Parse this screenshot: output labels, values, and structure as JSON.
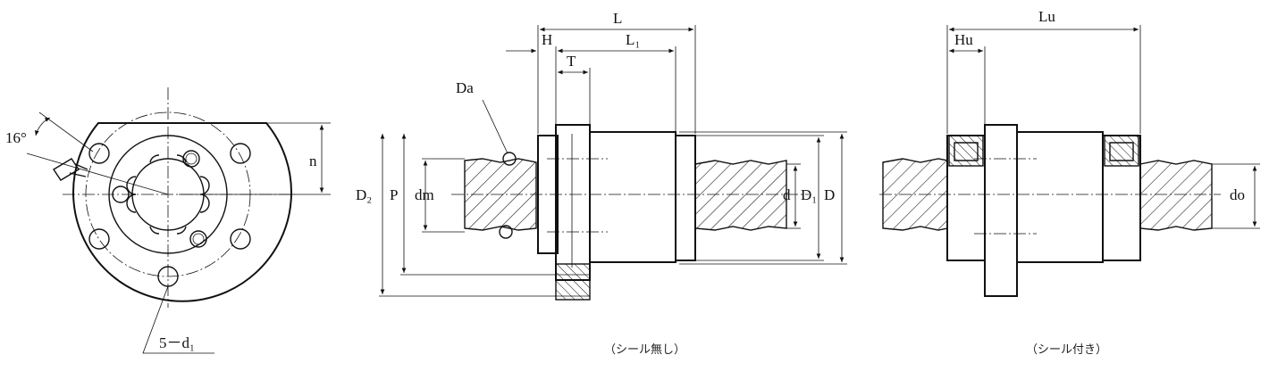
{
  "views": {
    "front": {
      "angle_label": "16°",
      "height_label": "n",
      "holes_label": "5－d₁"
    },
    "side_no_seal": {
      "length_label": "L",
      "flange_label": "H",
      "body_length_label": "L₁",
      "flange_thickness_label": "T",
      "ball_label": "Da",
      "flange_dia_label": "D₂",
      "pitch_circle_label": "P",
      "ball_center_label": "dm",
      "shaft_label": "d",
      "neck_dia_label": "D₁",
      "outer_dia_label": "D",
      "caption": "（シール無し）"
    },
    "side_with_seal": {
      "length_label": "Lu",
      "flange_label": "Hu",
      "shaft_label": "do",
      "caption": "（シール付き）"
    }
  }
}
